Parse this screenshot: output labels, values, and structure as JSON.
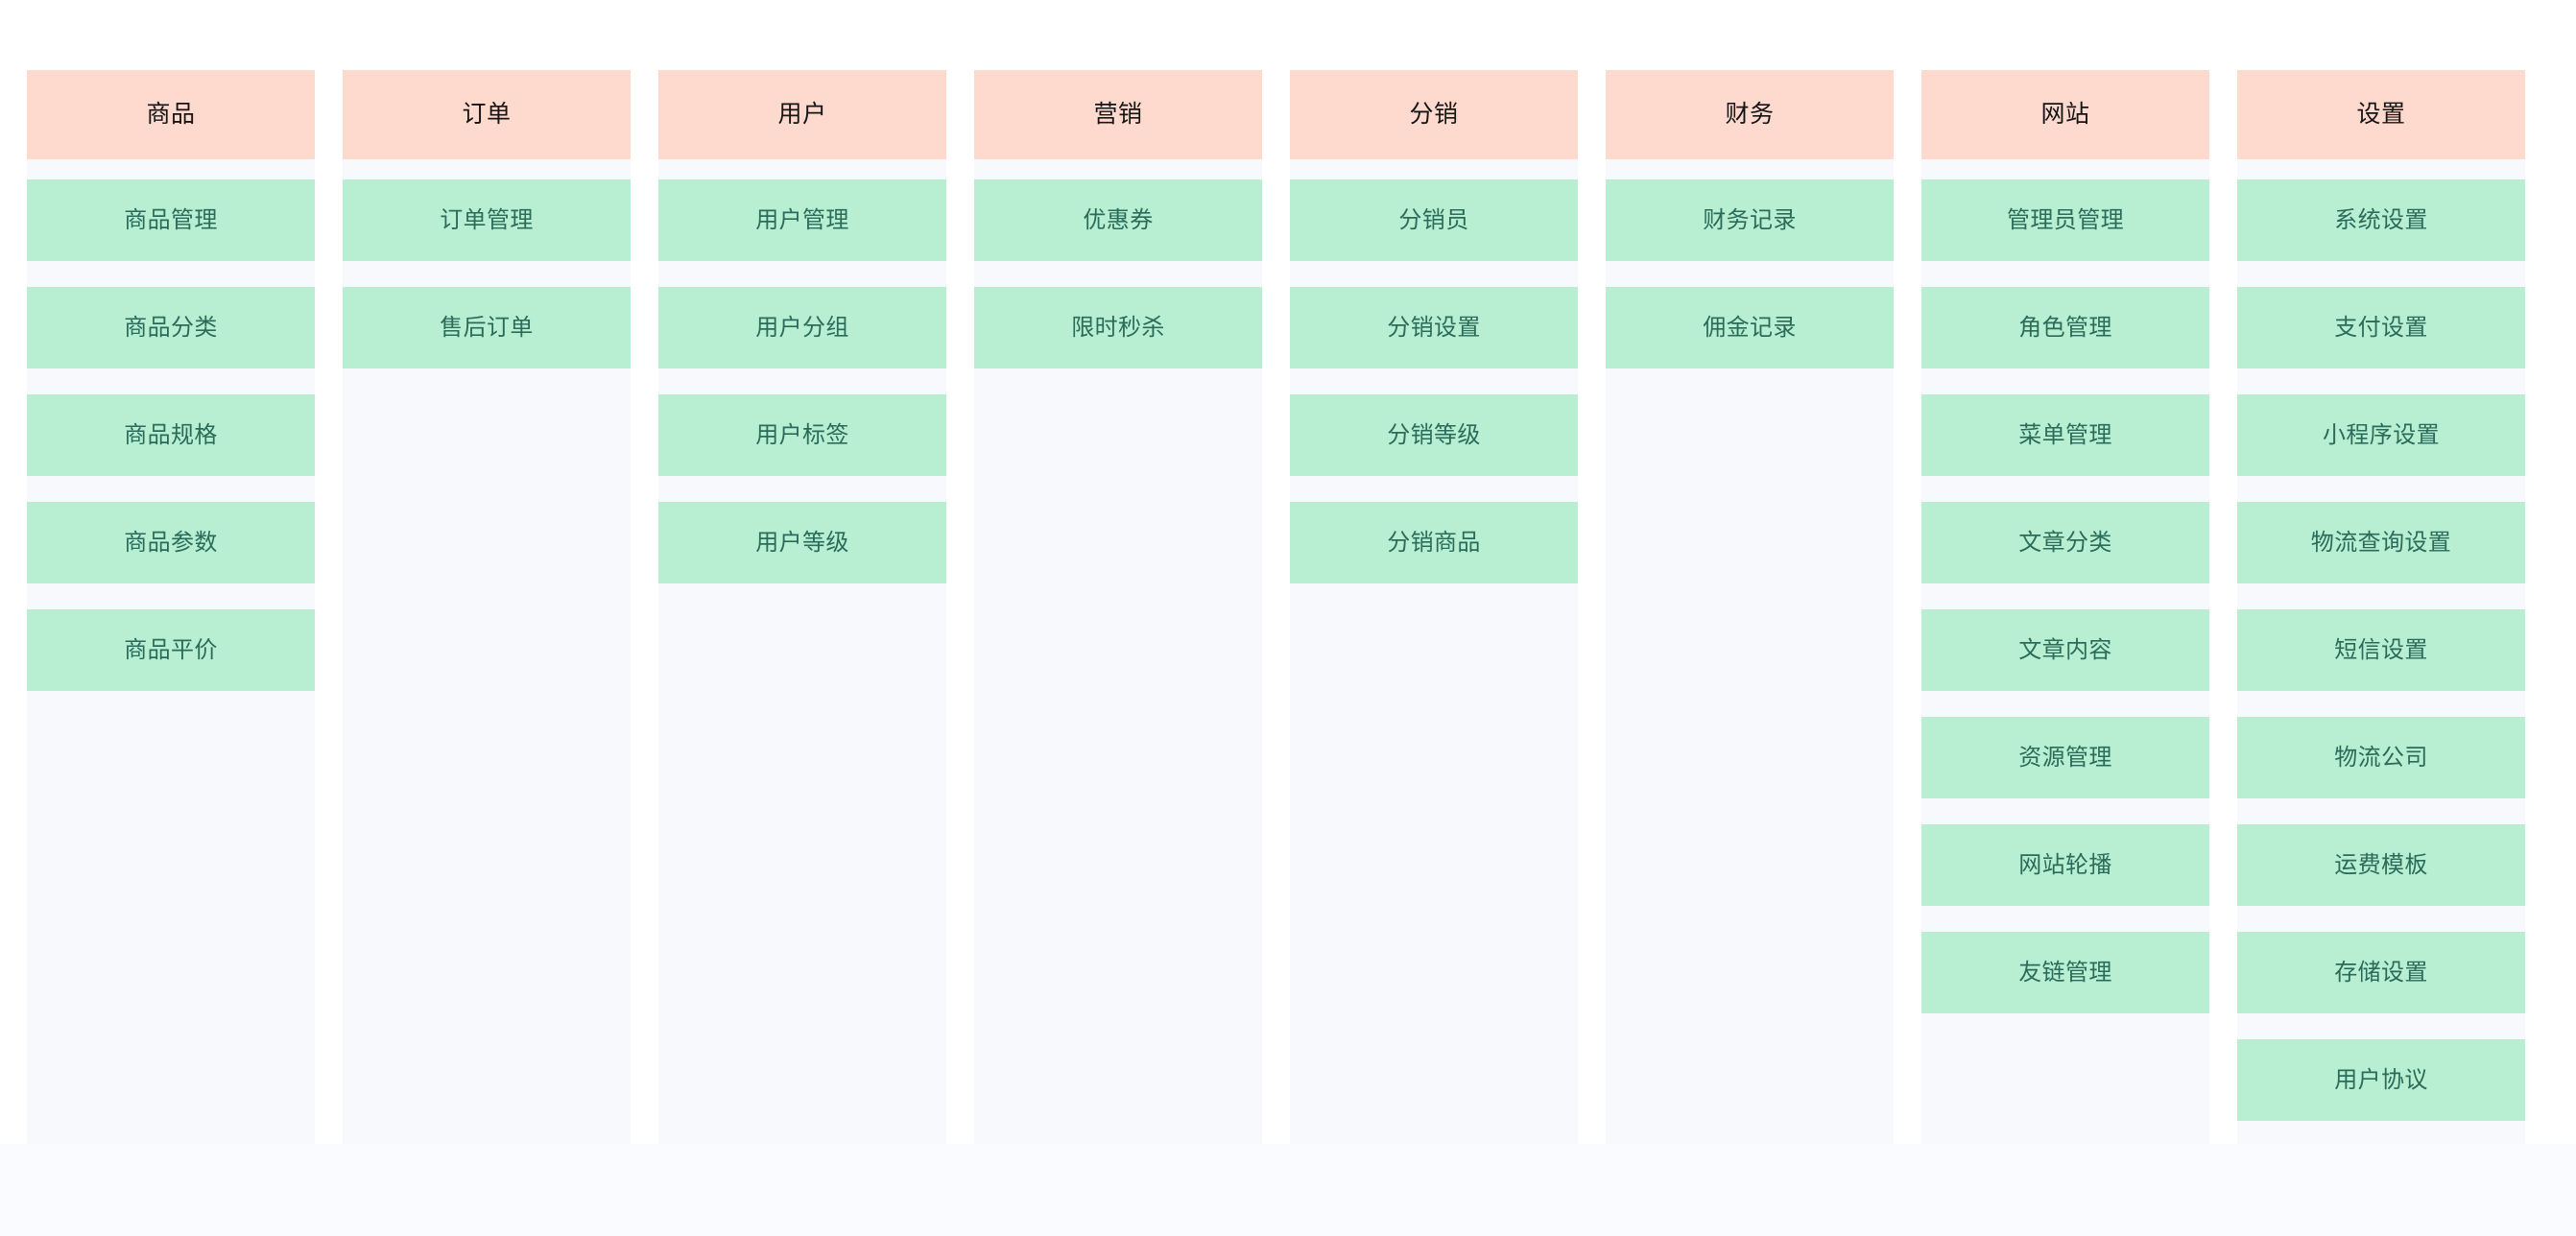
{
  "theme": {
    "page_background": "#ffffff",
    "column_background": "#f8f9fc",
    "bottom_band": "#fafbfe",
    "header_tile": "#fdd9ce",
    "header_text": "#151515",
    "item_tile": "#b8efd3",
    "item_text": "#2a6b5a"
  },
  "menu": {
    "columns": [
      {
        "header": "商品",
        "items": [
          "商品管理",
          "商品分类",
          "商品规格",
          "商品参数",
          "商品平价"
        ]
      },
      {
        "header": "订单",
        "items": [
          "订单管理",
          "售后订单"
        ]
      },
      {
        "header": "用户",
        "items": [
          "用户管理",
          "用户分组",
          "用户标签",
          "用户等级"
        ]
      },
      {
        "header": "营销",
        "items": [
          "优惠券",
          "限时秒杀"
        ]
      },
      {
        "header": "分销",
        "items": [
          "分销员",
          "分销设置",
          "分销等级",
          "分销商品"
        ]
      },
      {
        "header": "财务",
        "items": [
          "财务记录",
          "佣金记录"
        ]
      },
      {
        "header": "网站",
        "items": [
          "管理员管理",
          "角色管理",
          "菜单管理",
          "文章分类",
          "文章内容",
          "资源管理",
          "网站轮播",
          "友链管理"
        ]
      },
      {
        "header": "设置",
        "items": [
          "系统设置",
          "支付设置",
          "小程序设置",
          "物流查询设置",
          "短信设置",
          "物流公司",
          "运费模板",
          "存储设置",
          "用户协议"
        ]
      }
    ]
  }
}
